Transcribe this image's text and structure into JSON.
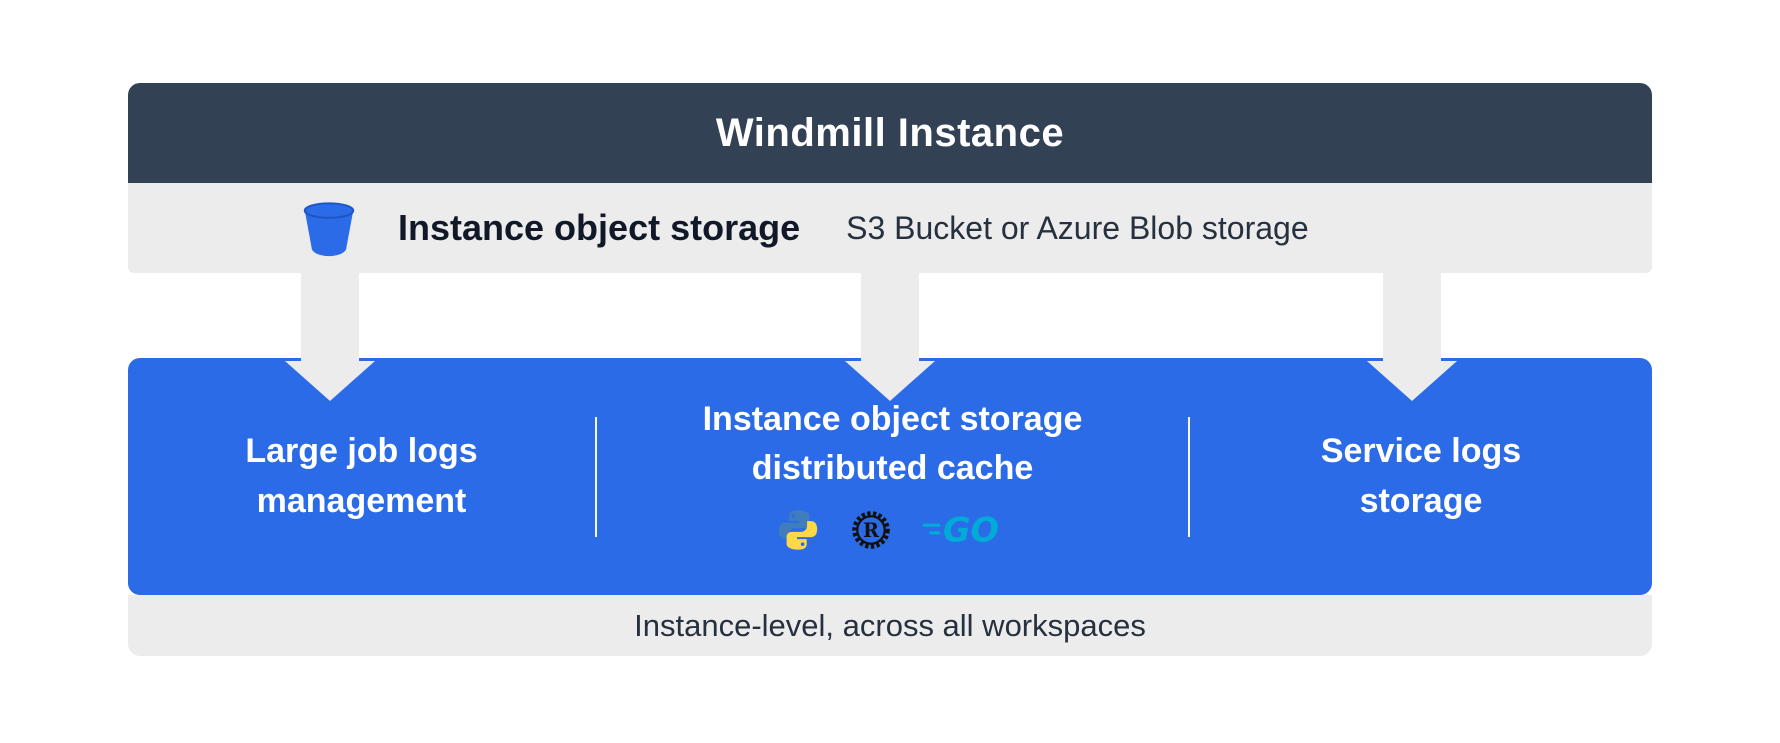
{
  "header": {
    "title": "Windmill Instance"
  },
  "storage_bar": {
    "icon": "bucket-icon",
    "title": "Instance object storage",
    "subtitle": "S3 Bucket or Azure Blob storage"
  },
  "panel": {
    "sections": [
      {
        "label": "Large job logs\nmanagement"
      },
      {
        "label": "Instance object storage\ndistributed cache",
        "logos": [
          "python-logo",
          "rust-logo",
          "go-logo"
        ]
      },
      {
        "label": "Service logs\nstorage"
      }
    ]
  },
  "footer": {
    "label": "Instance-level, across all workspaces"
  },
  "colors": {
    "header_bg": "#334155",
    "bar_bg": "#ececec",
    "panel_bg": "#2b6be8",
    "bucket_blue": "#2b6be8",
    "python_blue": "#3f7dbd",
    "python_yellow": "#ffd845",
    "rust_black": "#111111",
    "go_cyan": "#00acd7"
  }
}
